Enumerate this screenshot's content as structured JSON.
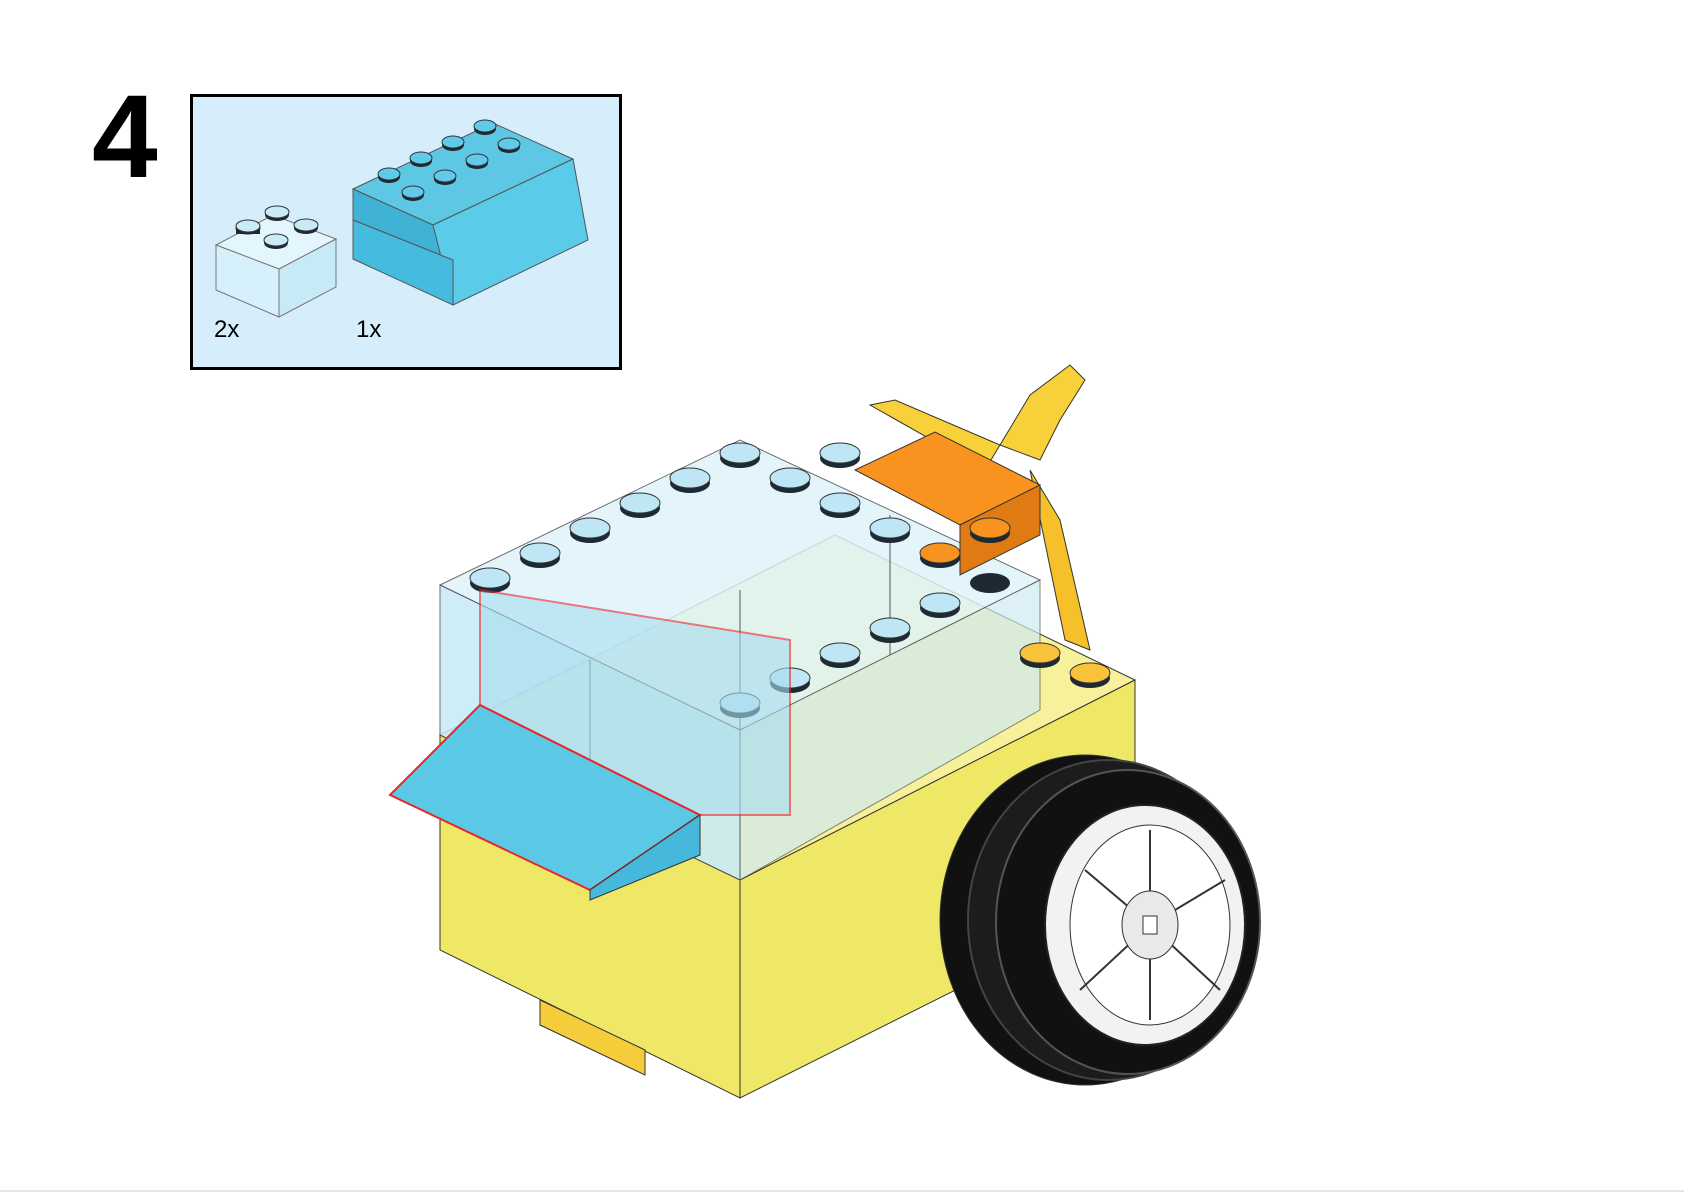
{
  "step": {
    "number": "4"
  },
  "parts_list": {
    "items": [
      {
        "part": "2x2-brick-transparent-light-blue",
        "quantity": "2x",
        "color": "#cfeefa"
      },
      {
        "part": "2x4-slope-brick-medium-azure",
        "quantity": "1x",
        "color": "#5bc8e6"
      }
    ],
    "panel_color": "#d6eefc"
  },
  "model": {
    "base_color": "#efe867",
    "transparent_color": "#cfeefa",
    "highlight_color": "#e8262a",
    "orange_color": "#f7931e",
    "propeller_color": "#f8d13a",
    "tire_color": "#111111",
    "rim_color": "#f2f2f2"
  }
}
